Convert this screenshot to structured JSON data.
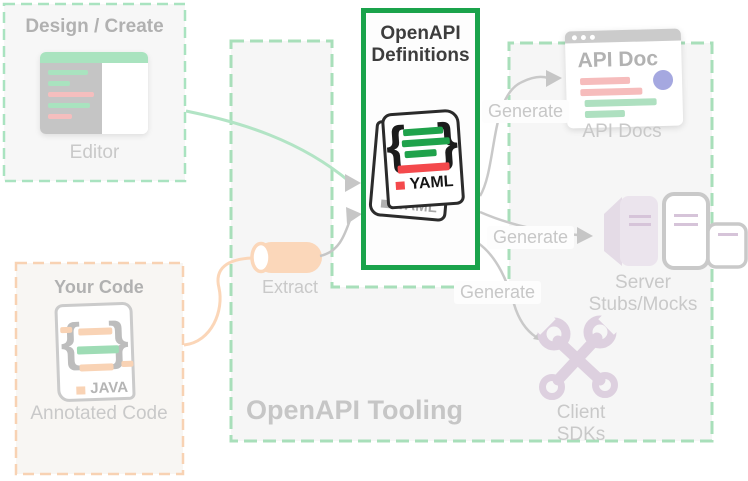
{
  "design_create": {
    "title": "Design / Create",
    "caption": "Editor"
  },
  "your_code": {
    "title": "Your Code",
    "caption": "Annotated Code",
    "file_badge": "JAVA"
  },
  "definitions": {
    "title": "OpenAPI Definitions",
    "file_badge": "YAML"
  },
  "tooling": {
    "title": "OpenAPI Tooling"
  },
  "extract": {
    "label": "Extract"
  },
  "generate": {
    "to_api_docs": "Generate",
    "to_server_stubs": "Generate",
    "to_client_sdks": "Generate"
  },
  "api_docs": {
    "window_title": "API Doc",
    "caption": "API Docs"
  },
  "server_stubs": {
    "caption": "Server Stubs/Mocks"
  },
  "client_sdks": {
    "caption": "Client SDKs"
  },
  "colors": {
    "definition_green": "#1aa34b",
    "yaml_green": "#1fa24b",
    "yaml_red": "#f4494c",
    "soft_green_dash": "#a8dfba",
    "soft_orange_dash": "#f8d2b3",
    "soft_pink": "#f6bcbc",
    "soft_purple": "#ddd0df",
    "periwinkle": "#a5a8e0",
    "gray_line": "#c6c6c6"
  }
}
